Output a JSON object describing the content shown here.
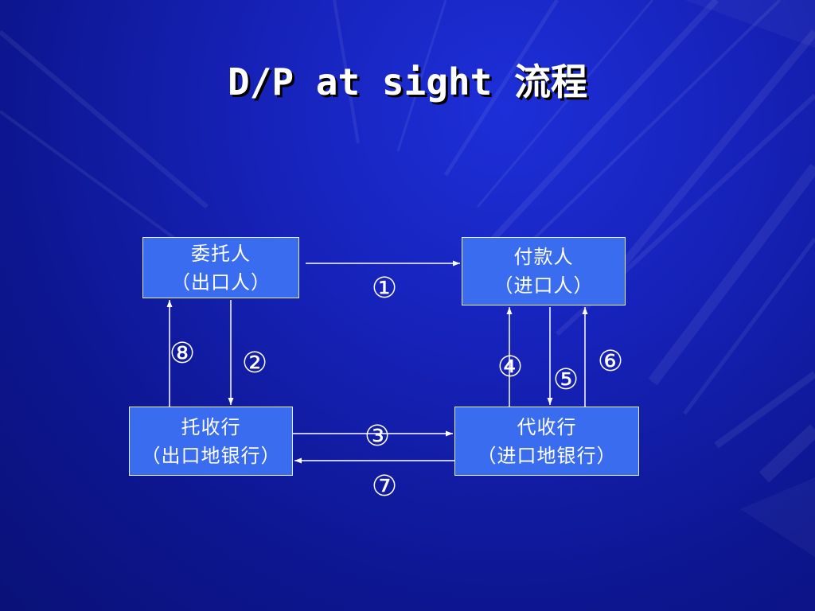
{
  "title": "D/P at sight 流程",
  "nodes": {
    "principal": {
      "line1": "委托人",
      "line2": "（出口人）"
    },
    "drawee": {
      "line1": "付款人",
      "line2": "（进口人）"
    },
    "remitting_bank": {
      "line1": "托收行",
      "line2": "（出口地银行）"
    },
    "collecting_bank": {
      "line1": "代收行",
      "line2": "（进口地银行）"
    }
  },
  "steps": [
    "①",
    "②",
    "③",
    "④",
    "⑤",
    "⑥",
    "⑦",
    "⑧"
  ],
  "colors": {
    "background": "#1622b8",
    "box_fill": "#3a6cf0",
    "box_border": "#e8eeff",
    "text": "#ffffff",
    "arrow": "#ffffff"
  }
}
